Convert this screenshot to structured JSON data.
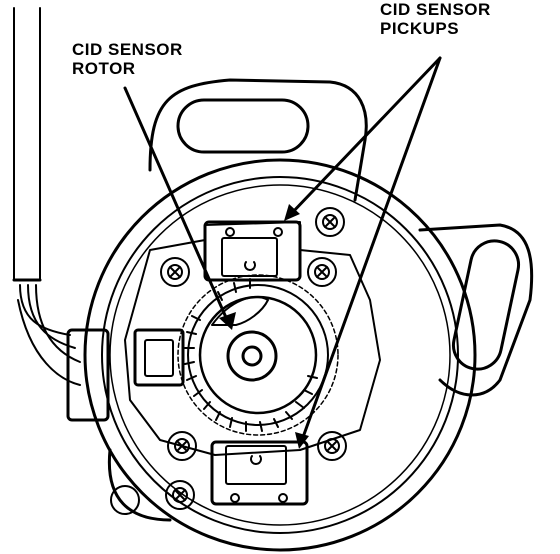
{
  "labels": {
    "rotor_line1": "CID SENSOR",
    "rotor_line2": "ROTOR",
    "pickups_line1": "CID SENSOR",
    "pickups_line2": "PICKUPS"
  },
  "colors": {
    "ink": "#000000",
    "paper": "#ffffff"
  }
}
